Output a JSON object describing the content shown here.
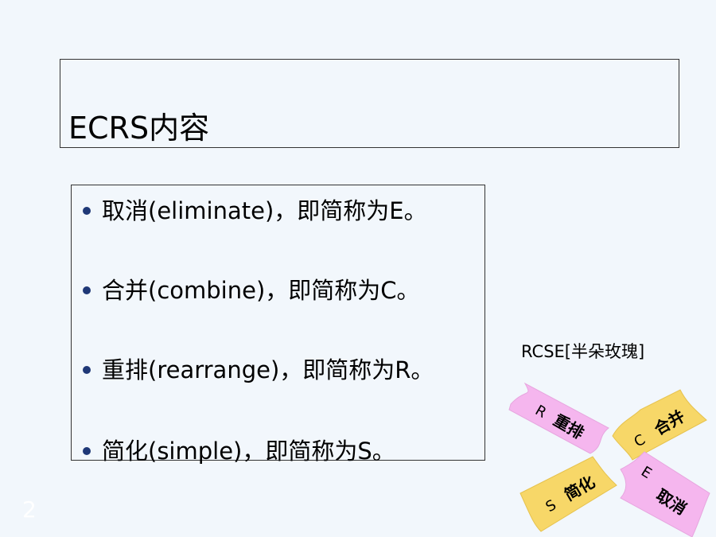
{
  "slide": {
    "title": "ECRS内容",
    "bullets": [
      "取消(eliminate)，即简称为E。",
      "合并(combine)，即简称为C。",
      "重排(rearrange)，即简称为R。",
      "简化(simple)，即简称为S。"
    ],
    "mnemonic": "RCSE[半朵玫瑰]",
    "page_number": "2",
    "petals": [
      {
        "letter": "R",
        "label": "重排",
        "color": "#f5b6ee"
      },
      {
        "letter": "C",
        "label": "合并",
        "color": "#f7d768"
      },
      {
        "letter": "S",
        "label": "简化",
        "color": "#f7d768"
      },
      {
        "letter": "E",
        "label": "取消",
        "color": "#f5b6ee"
      }
    ]
  }
}
